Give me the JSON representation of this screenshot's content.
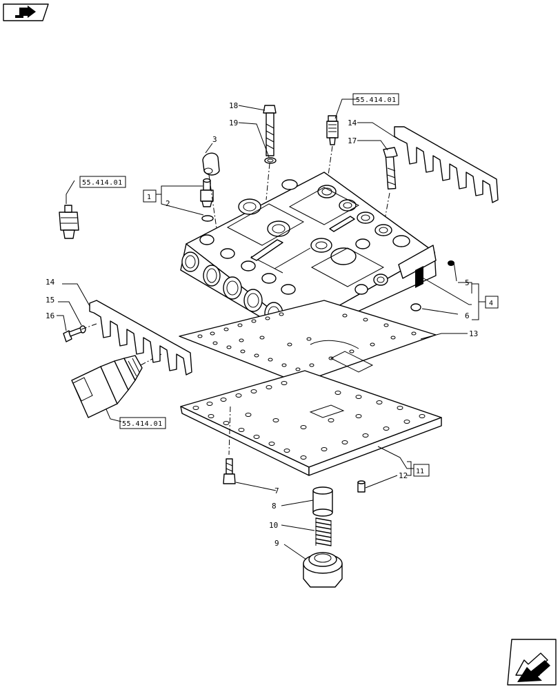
{
  "parts": {
    "p1": "1",
    "p2": "2",
    "p3": "3",
    "p4": "4",
    "p5": "5",
    "p6": "6",
    "p7": "7",
    "p8": "8",
    "p9": "9",
    "p10": "10",
    "p11": "11",
    "p12": "12",
    "p13": "13",
    "p14a": "14",
    "p14b": "14",
    "p15": "15",
    "p16": "16",
    "p17": "17",
    "p18": "18",
    "p19": "19"
  },
  "refs": {
    "top": "55.414.01",
    "left": "55.414.01",
    "bottom": "55.414.01"
  },
  "icons": {
    "top_left": "book-arrow-icon",
    "bottom_right": "next-page-arrow-icon"
  }
}
